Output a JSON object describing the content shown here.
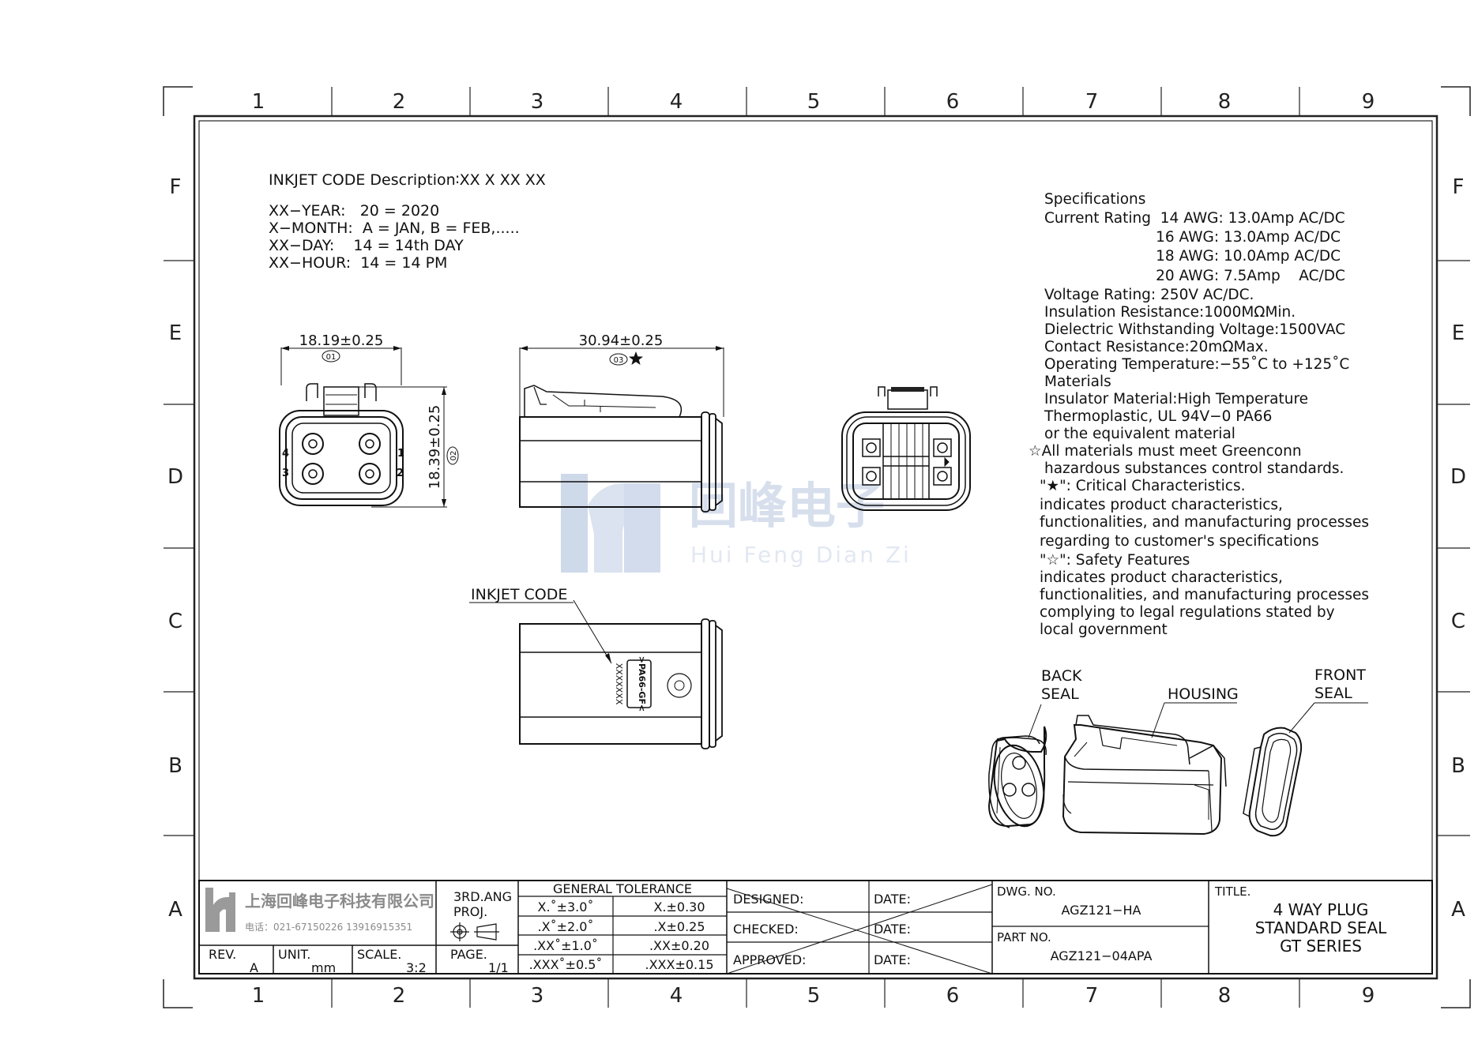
{
  "frame": {
    "zone_columns": [
      "1",
      "2",
      "3",
      "4",
      "5",
      "6",
      "7",
      "8",
      "9"
    ],
    "zone_rows": [
      "F",
      "E",
      "D",
      "C",
      "B",
      "A"
    ]
  },
  "inkjet": {
    "heading": "INKJET CODE Description∶XX X XX XX",
    "lines": [
      "XX−YEAR:   20 = 2020",
      "X−MONTH:  A = JAN, B = FEB,.....",
      "XX−DAY:    14 = 14th DAY",
      "XX−HOUR:  14 = 14 PM"
    ]
  },
  "dimensions": {
    "width": "18.19±0.25",
    "width_ref": "01",
    "height": "18.39±0.25",
    "height_ref": "02",
    "length": "30.94±0.25",
    "length_ref": "03",
    "pins": [
      "1",
      "2",
      "3",
      "4"
    ]
  },
  "callouts": {
    "inkjet_code": "INKJET CODE",
    "mark_code": "XXXXXXX",
    "mark_material": ">PA66-GF<",
    "back_seal": [
      "BACK",
      "SEAL"
    ],
    "housing": "HOUSING",
    "front_seal": [
      "FRONT",
      "SEAL"
    ]
  },
  "watermark": {
    "cn": "回峰电子",
    "en": "Hui Feng Dian Zi"
  },
  "specs": {
    "lines": [
      "Specifications",
      "Current Rating  14 AWG: 13.0Amp AC/DC",
      "                        16 AWG: 13.0Amp AC/DC",
      "                        18 AWG: 10.0Amp AC/DC",
      "                        20 AWG: 7.5Amp    AC/DC",
      "Voltage Rating: 250V AC/DC.",
      "Insulation Resistance:1000MΩMin.",
      "Dielectric Withstanding Voltage:1500VAC",
      "Contact Resistance:20mΩMax.",
      "Operating Temperature:−55˚C to +125˚C",
      "Materials",
      "Insulator Material:High Temperature",
      "Thermoplastic, UL 94V−0 PA66",
      "or the equivalent material",
      "☆All materials must meet Greenconn",
      "hazardous substances control standards.",
      "\"★\": Critical Characteristics.",
      "indicates product characteristics,",
      "functionalities, and manufacturing processes",
      "regarding to customer's specifications",
      "\"☆\": Safety Features",
      "indicates product characteristics,",
      "functionalities, and manufacturing processes",
      "complying to legal regulations stated by",
      "local government"
    ]
  },
  "title_block": {
    "company": "上海回峰电子科技有限公司",
    "phone": "电话：021-67150226  13916915351",
    "rev_label": "REV.",
    "rev_value": "A",
    "unit_label": "UNIT.",
    "unit_value": "mm",
    "scale_label": "SCALE.",
    "scale_value": "3:2",
    "proj_label": [
      "3RD.ANG",
      "PROJ."
    ],
    "page_label": "PAGE.",
    "page_value": "1/1",
    "tolerance_title": "GENERAL TOLERANCE",
    "tolerance_rows": [
      [
        "X.˚±3.0˚",
        "X.±0.30"
      ],
      [
        ".X˚±2.0˚",
        ".X±0.25"
      ],
      [
        ".XX˚±1.0˚",
        ".XX±0.20"
      ],
      [
        ".XXX˚±0.5˚",
        ".XXX±0.15"
      ]
    ],
    "designed": "DESIGNED:",
    "checked": "CHECKED:",
    "approved": "APPROVED:",
    "date": "DATE:",
    "dwg_label": "DWG. NO.",
    "dwg_value": "AGZ121−HA",
    "part_label": "PART NO.",
    "part_value": "AGZ121−04APA",
    "title_label": "TITLE.",
    "title_lines": [
      "4 WAY PLUG",
      "STANDARD SEAL",
      "GT SERIES"
    ]
  },
  "icons": [
    "projection-symbol-icon",
    "star-icon",
    "star-outline-icon",
    "pin-marker-icon"
  ]
}
